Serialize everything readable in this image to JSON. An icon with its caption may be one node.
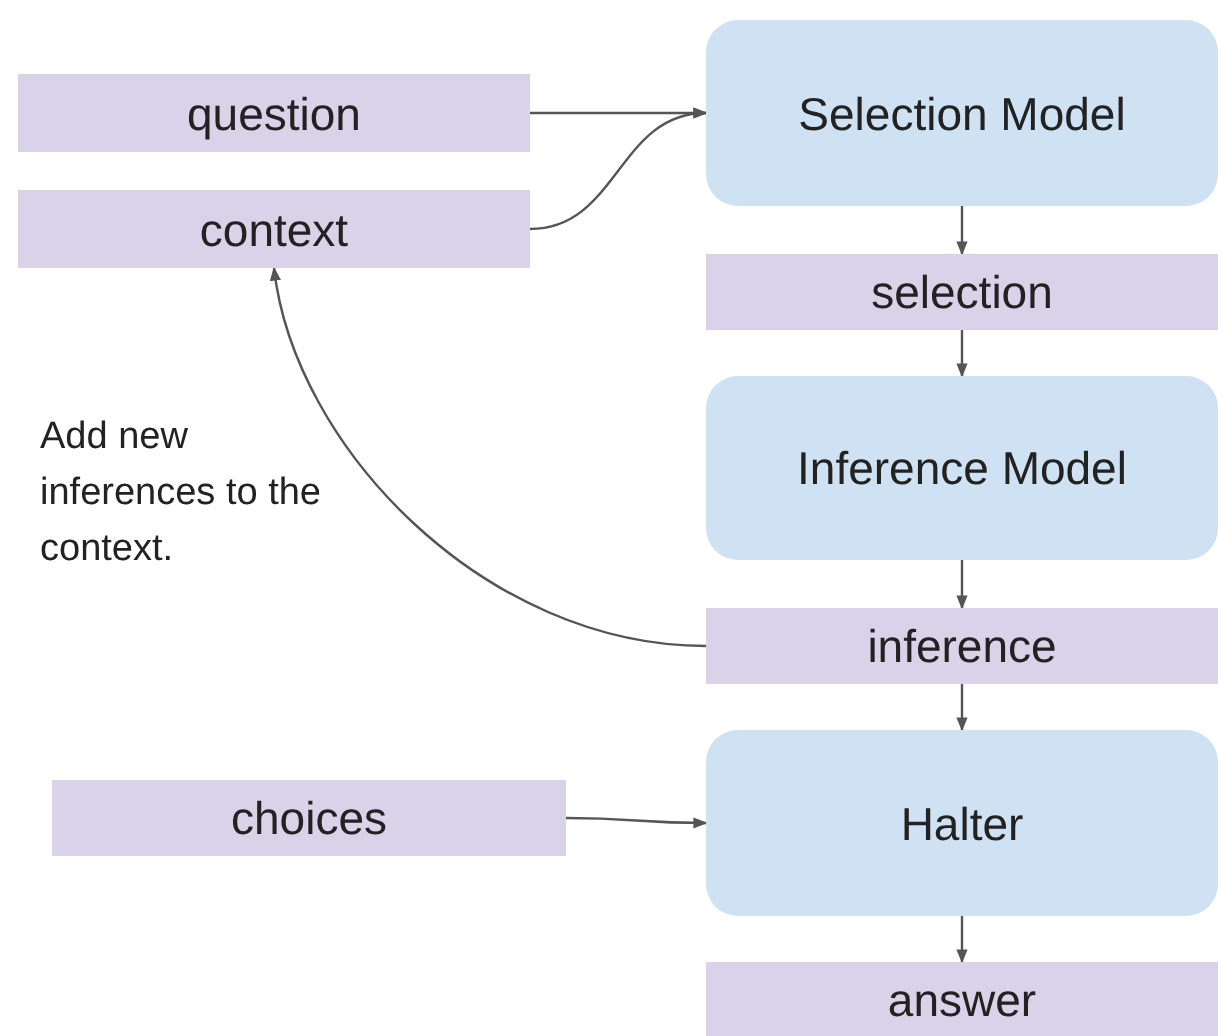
{
  "diagram": {
    "nodes": [
      {
        "text": [
          "question"
        ]
      },
      {
        "text": [
          "context"
        ]
      },
      {
        "text": [
          "Selection Model"
        ]
      },
      {
        "text": [
          "selection"
        ]
      },
      {
        "text": [
          "Inference Model"
        ]
      },
      {
        "text": [
          "inference"
        ]
      },
      {
        "text": [
          "choices"
        ]
      },
      {
        "text": [
          "Halter"
        ]
      },
      {
        "text": [
          "answer"
        ]
      }
    ],
    "edges": [
      {
        "from": 0,
        "to": 2,
        "arrow": "to"
      },
      {
        "from": 1,
        "to": 2,
        "arrow": "to"
      },
      {
        "from": 2,
        "to": 3,
        "arrow": "to"
      },
      {
        "from": 3,
        "to": 4,
        "arrow": "to"
      },
      {
        "from": 4,
        "to": 5,
        "arrow": "to"
      },
      {
        "from": 5,
        "to": 1,
        "arrow": "to"
      },
      {
        "from": 5,
        "to": 7,
        "arrow": "to"
      },
      {
        "from": 6,
        "to": 7,
        "arrow": "to"
      },
      {
        "from": 7,
        "to": 8,
        "arrow": "to"
      }
    ],
    "labels": [
      "Add new inferences to the context."
    ]
  }
}
